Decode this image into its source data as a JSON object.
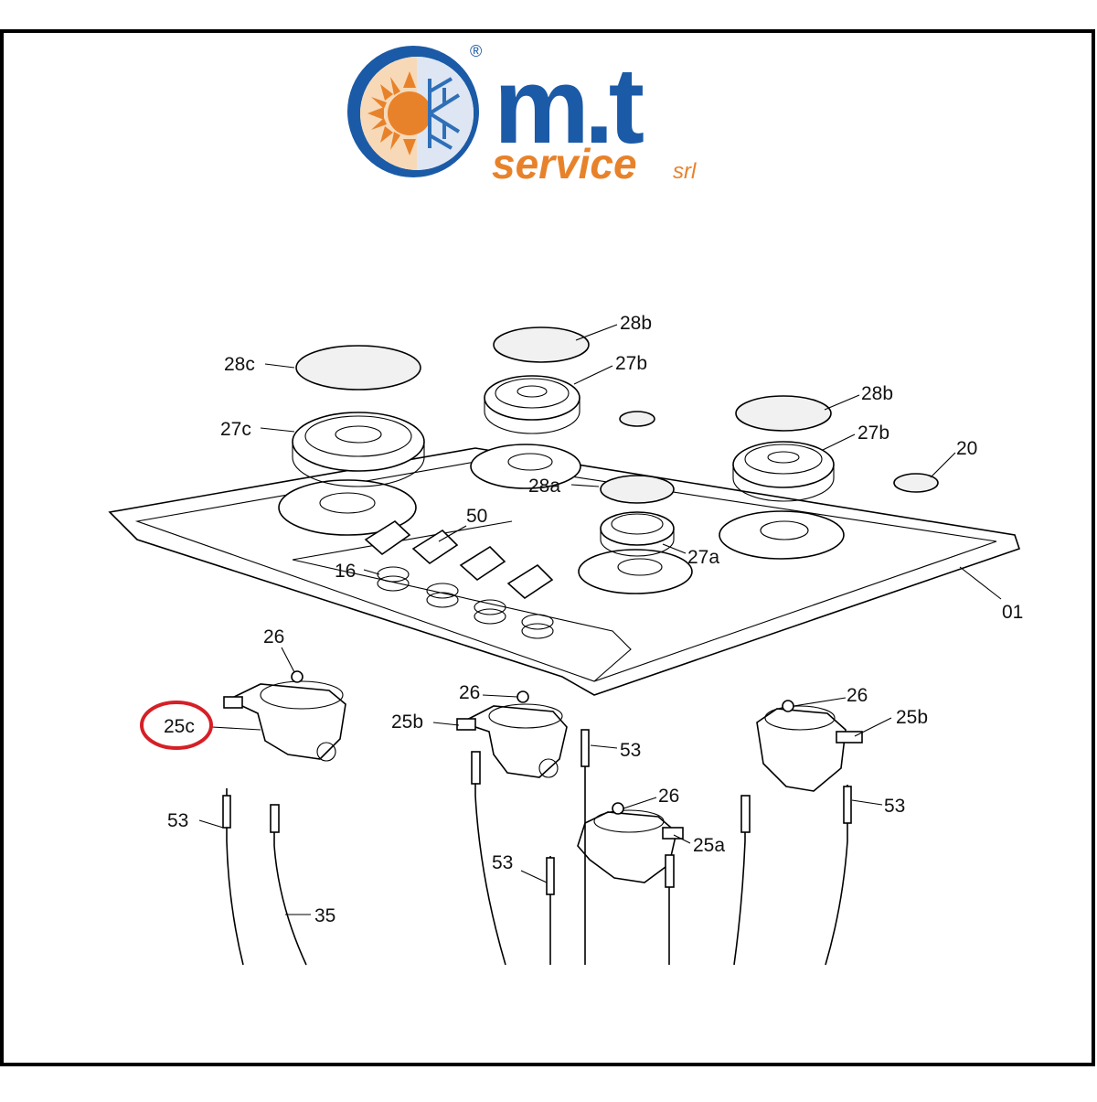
{
  "brand": {
    "name": "m.t",
    "tagline": "service",
    "suffix": "srl",
    "registered": "®",
    "colors": {
      "blue": "#1b5aa6",
      "orange": "#e8822a",
      "frame": "#000000",
      "highlight": "#d61f26"
    }
  },
  "callouts": [
    {
      "id": "28b_top",
      "text": "28b"
    },
    {
      "id": "27b_top",
      "text": "27b"
    },
    {
      "id": "28c",
      "text": "28c"
    },
    {
      "id": "27c",
      "text": "27c"
    },
    {
      "id": "28b_right",
      "text": "28b"
    },
    {
      "id": "27b_right",
      "text": "27b"
    },
    {
      "id": "20",
      "text": "20"
    },
    {
      "id": "28a",
      "text": "28a"
    },
    {
      "id": "50",
      "text": "50"
    },
    {
      "id": "16",
      "text": "16"
    },
    {
      "id": "27a",
      "text": "27a"
    },
    {
      "id": "01",
      "text": "01"
    },
    {
      "id": "26_a",
      "text": "26"
    },
    {
      "id": "25c",
      "text": "25c"
    },
    {
      "id": "26_b",
      "text": "26"
    },
    {
      "id": "25b_left",
      "text": "25b"
    },
    {
      "id": "53_a",
      "text": "53"
    },
    {
      "id": "26_c",
      "text": "26"
    },
    {
      "id": "25b_right",
      "text": "25b"
    },
    {
      "id": "26_d",
      "text": "26"
    },
    {
      "id": "25a",
      "text": "25a"
    },
    {
      "id": "53_b",
      "text": "53"
    },
    {
      "id": "53_c",
      "text": "53"
    },
    {
      "id": "53_d",
      "text": "53"
    },
    {
      "id": "35",
      "text": "35"
    }
  ],
  "highlighted_part": "25c"
}
